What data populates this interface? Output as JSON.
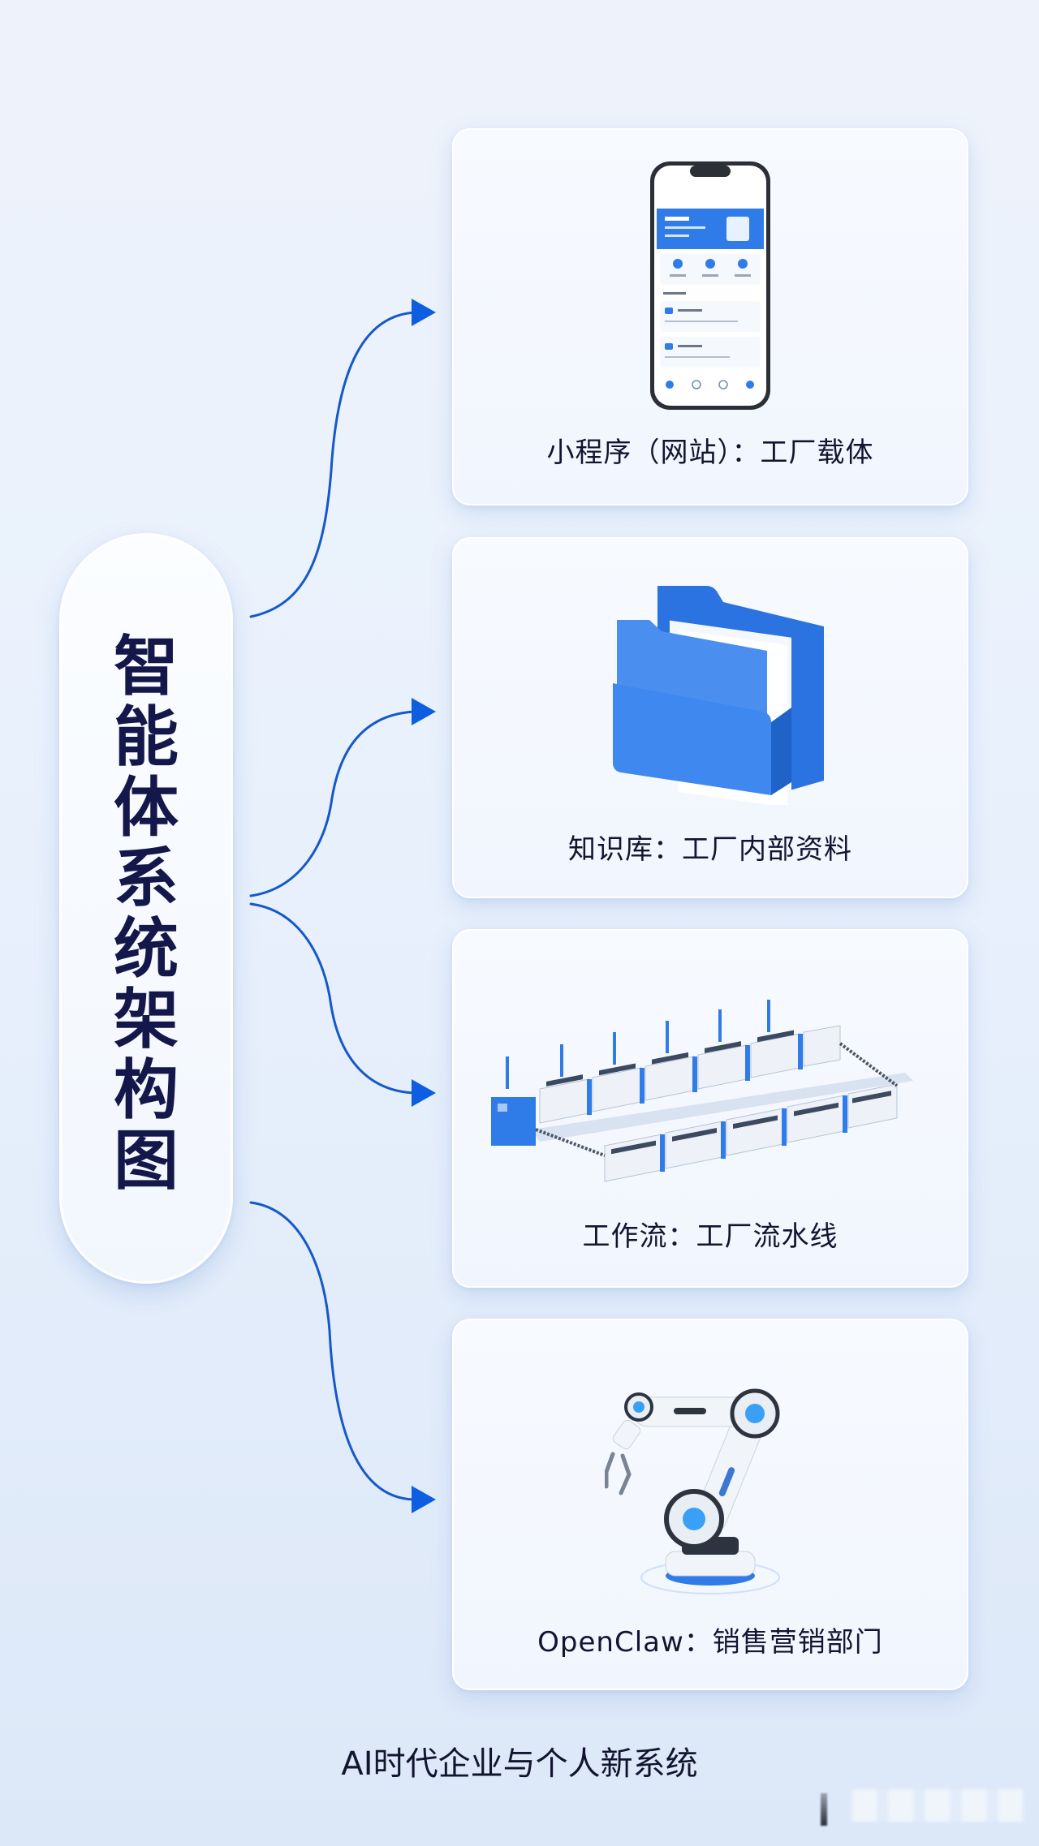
{
  "diagram": {
    "title_vertical": [
      "智",
      "能",
      "体",
      "系",
      "统",
      "架",
      "构",
      "图"
    ],
    "title": "智能体系统架构图",
    "footer": "AI时代企业与个人新系统",
    "accent_color": "#1558c8",
    "arrow_head_color": "#0d5ee0",
    "title_color": "#14174a",
    "cards": [
      {
        "label": "小程序（网站）：工厂载体",
        "icon": "smartphone-icon"
      },
      {
        "label": "知识库：工厂内部资料",
        "icon": "folder-icon"
      },
      {
        "label": "工作流：工厂流水线",
        "icon": "assembly-line-icon"
      },
      {
        "label": "OpenClaw：销售营销部门",
        "icon": "robot-arm-icon"
      }
    ]
  }
}
